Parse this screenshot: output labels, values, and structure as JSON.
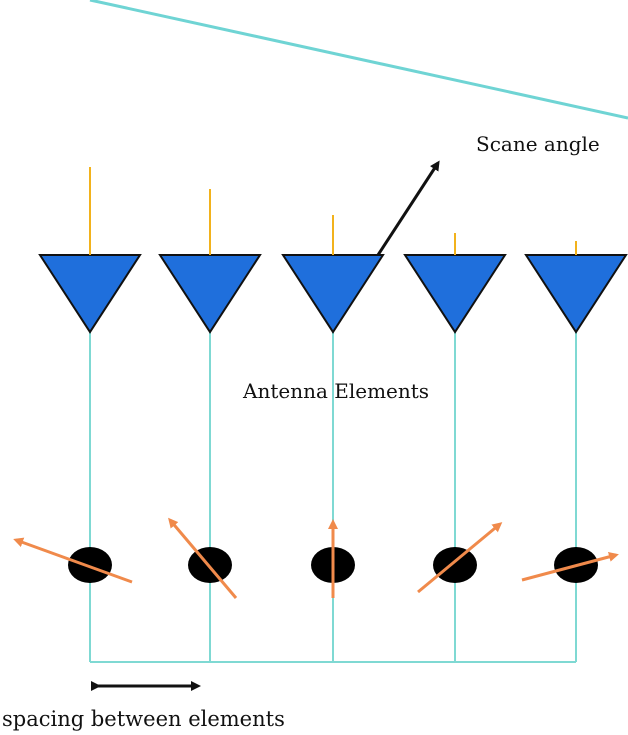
{
  "labels": {
    "scan_angle": "Scane angle",
    "antenna_elements": "Antenna Elements",
    "spacing": "spacing between elements"
  },
  "elements_count": 5,
  "colors": {
    "triangle": "#1f6fdc",
    "triangle_outline": "#111111",
    "feed_line": "#7fd9d3",
    "wavefront": "#6fd4d4",
    "stub": "#f2b21c",
    "phasor": "#f08a4b",
    "shifter": "#000000",
    "arrow": "#111111"
  }
}
